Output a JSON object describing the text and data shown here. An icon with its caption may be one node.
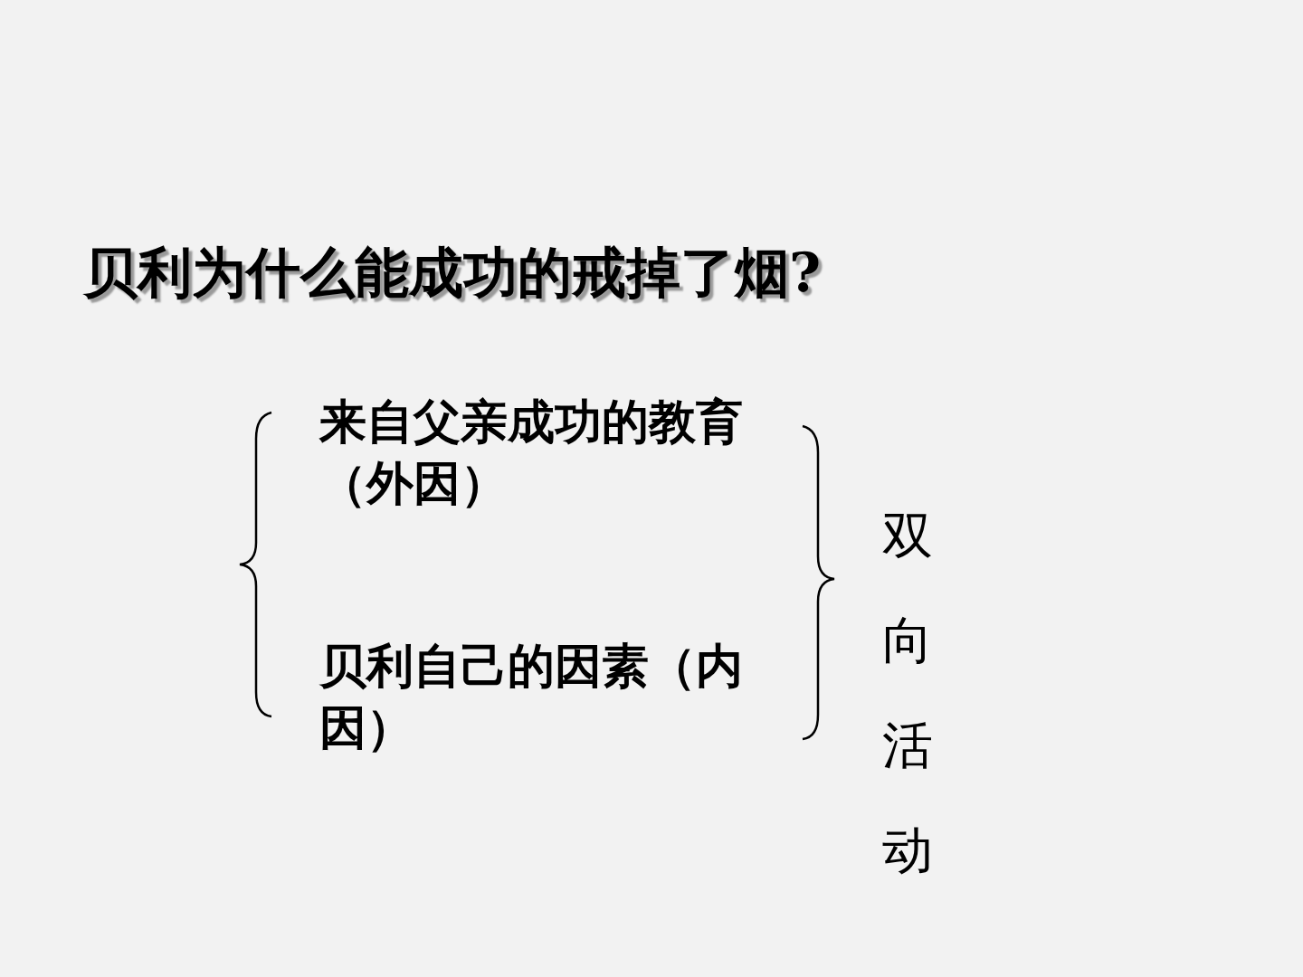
{
  "diagram": {
    "title": "贝利为什么能成功的戒掉了烟?",
    "labels": [
      "来自父亲成功的教育（外因）",
      "贝利自己的因素（内因）",
      "双向活动"
    ]
  }
}
